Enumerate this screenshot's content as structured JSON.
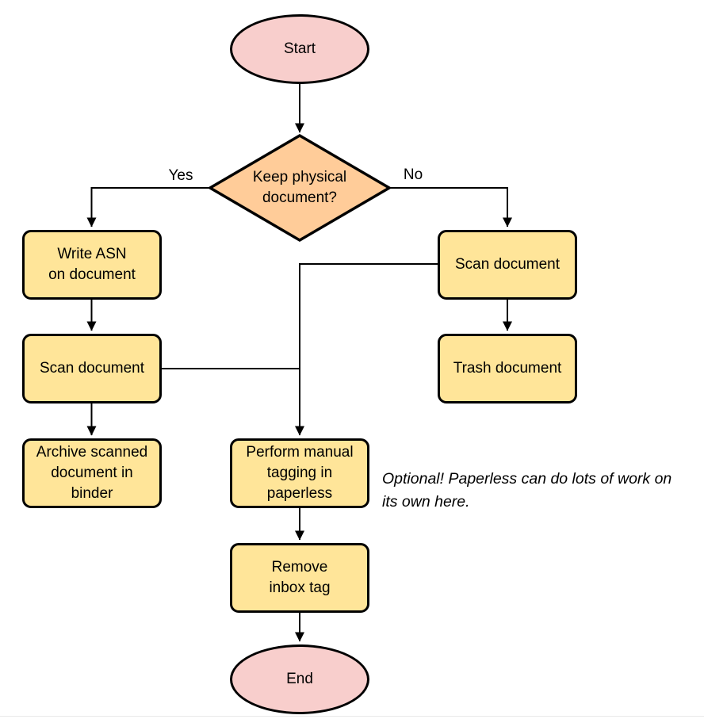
{
  "colors": {
    "terminal_fill": "#f8cecc",
    "decision_fill": "#ffcc99",
    "process_fill": "#ffe599",
    "stroke": "#000000",
    "hairline": "#e9e9e9"
  },
  "flowchart": {
    "nodes": [
      {
        "id": "start",
        "type": "terminal",
        "label": "Start"
      },
      {
        "id": "decision",
        "type": "decision",
        "label": "Keep physical\ndocument?"
      },
      {
        "id": "write-asn",
        "type": "process",
        "label": "Write ASN\non document"
      },
      {
        "id": "scan-left",
        "type": "process",
        "label": "Scan document"
      },
      {
        "id": "archive",
        "type": "process",
        "label": "Archive scanned\ndocument in\nbinder"
      },
      {
        "id": "scan-right",
        "type": "process",
        "label": "Scan document"
      },
      {
        "id": "trash",
        "type": "process",
        "label": "Trash document"
      },
      {
        "id": "tagging",
        "type": "process",
        "label": "Perform manual\ntagging in\npaperless"
      },
      {
        "id": "remove-inbox",
        "type": "process",
        "label": "Remove\ninbox tag"
      },
      {
        "id": "end",
        "type": "terminal",
        "label": "End"
      }
    ],
    "edges": [
      {
        "from": "start",
        "to": "decision",
        "label": ""
      },
      {
        "from": "decision",
        "to": "write-asn",
        "label": "Yes"
      },
      {
        "from": "decision",
        "to": "scan-right",
        "label": "No"
      },
      {
        "from": "write-asn",
        "to": "scan-left",
        "label": ""
      },
      {
        "from": "scan-left",
        "to": "archive",
        "label": ""
      },
      {
        "from": "scan-right",
        "to": "trash",
        "label": ""
      },
      {
        "from": "scan-right",
        "to": "tagging",
        "label": ""
      },
      {
        "from": "scan-left",
        "to": "tagging",
        "label": ""
      },
      {
        "from": "tagging",
        "to": "remove-inbox",
        "label": ""
      },
      {
        "from": "remove-inbox",
        "to": "end",
        "label": ""
      }
    ],
    "annotation": "Optional! Paperless can do lots of work on\nits own here."
  }
}
